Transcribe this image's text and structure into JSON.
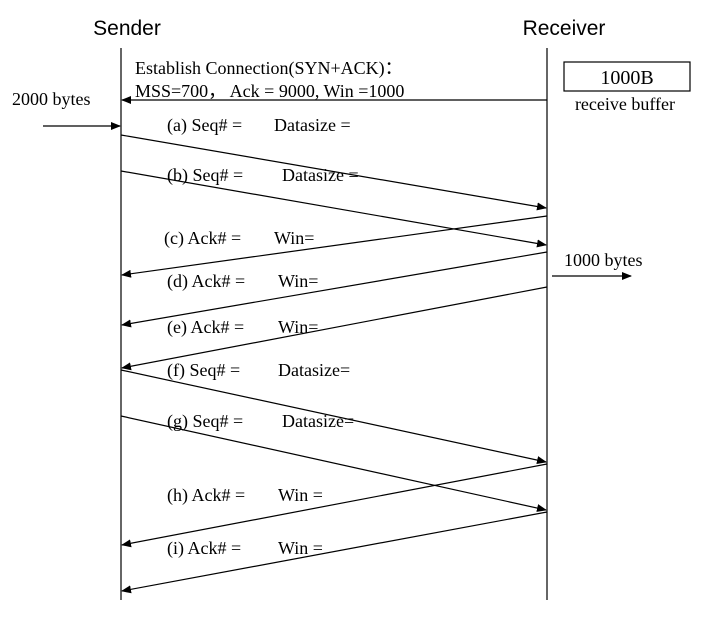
{
  "participants": {
    "sender": "Sender",
    "receiver": "Receiver"
  },
  "connection": {
    "line1": "Establish Connection(SYN+ACK)：",
    "line2": "MSS=700， Ack = 9000, Win =1000"
  },
  "sender_input": "2000 bytes",
  "receiver_buffer": {
    "size": "1000B",
    "caption": "receive buffer"
  },
  "receiver_output": "1000 bytes",
  "messages": [
    {
      "id": "a",
      "label": "(a) Seq# =",
      "field": "Datasize ="
    },
    {
      "id": "b",
      "label": "(b) Seq# =",
      "field": "Datasize ="
    },
    {
      "id": "c",
      "label": "(c) Ack# =",
      "field": "Win="
    },
    {
      "id": "d",
      "label": "(d) Ack# =",
      "field": "Win="
    },
    {
      "id": "e",
      "label": "(e) Ack# =",
      "field": "Win="
    },
    {
      "id": "f",
      "label": "(f) Seq# =",
      "field": "Datasize="
    },
    {
      "id": "g",
      "label": "(g) Seq# =",
      "field": "Datasize="
    },
    {
      "id": "h",
      "label": "(h) Ack# =",
      "field": "Win ="
    },
    {
      "id": "i",
      "label": "(i) Ack# =",
      "field": "Win ="
    }
  ]
}
